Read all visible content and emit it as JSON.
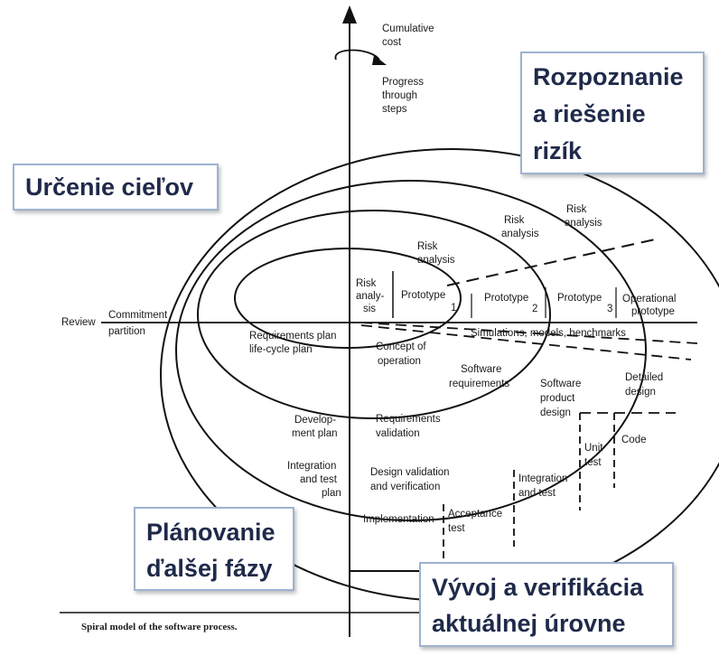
{
  "axis": {
    "cumulative_cost": [
      "Cumulative",
      "cost"
    ],
    "progress": [
      "Progress",
      "through",
      "steps"
    ],
    "review": "Review",
    "commitment": [
      "Commitment",
      "partition"
    ]
  },
  "spiral_labels": {
    "risk_analysis_1": [
      "Risk",
      "analy-",
      "sis"
    ],
    "risk_analysis_2": [
      "Risk",
      "analysis"
    ],
    "risk_analysis_3": [
      "Risk",
      "analysis"
    ],
    "risk_analysis_4": [
      "Risk",
      "analysis"
    ],
    "prototype_1": [
      "Prototype",
      "1"
    ],
    "prototype_2": [
      "Prototype",
      "2"
    ],
    "prototype_3": [
      "Prototype",
      "3"
    ],
    "operational_prototype": [
      "Operational",
      "prototype"
    ],
    "simulations": "Simulations, models, benchmarks",
    "requirements_plan": [
      "Requirements plan",
      "life-cycle plan"
    ],
    "concept": [
      "Concept of",
      "operation"
    ],
    "software_requirements": [
      "Software",
      "requirements"
    ],
    "software_product_design": [
      "Software",
      "product",
      "design"
    ],
    "detailed_design": [
      "Detailed",
      "design"
    ],
    "development_plan": [
      "Develop-",
      "ment plan"
    ],
    "requirements_validation": [
      "Requirements",
      "validation"
    ],
    "code": "Code",
    "unit_test": [
      "Unit",
      "test"
    ],
    "integration_test_plan": [
      "Integration",
      "and test",
      "plan"
    ],
    "design_validation": [
      "Design validation",
      "and verification"
    ],
    "integration_and_test": [
      "Integration",
      "and test"
    ],
    "implementation": "Implementation",
    "acceptance_test": [
      "Acceptance",
      "test"
    ]
  },
  "caption": "Spiral model of the software process.",
  "quadrants": {
    "top_left": [
      "Určenie cieľov"
    ],
    "top_right": [
      "Rozpoznanie",
      "a riešenie",
      "rizík"
    ],
    "bottom_left": [
      "Plánovanie",
      "ďalšej fázy"
    ],
    "bottom_right": [
      "Vývoj a verifikácia",
      "aktuálnej úrovne"
    ]
  }
}
